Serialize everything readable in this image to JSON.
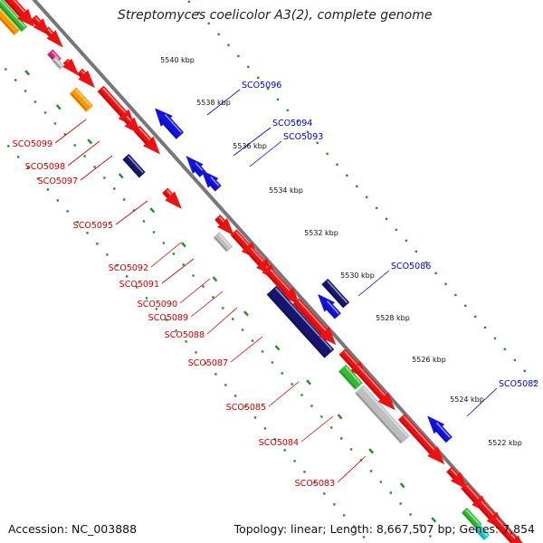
{
  "title": "Streptomyces coelicolor A3(2), complete genome",
  "accession_text": "Accession: NC_003888",
  "topology_text": "Topology: linear; Length: 8,667,507 bp; Genes: 7,854",
  "colors": {
    "backbone": "#777777",
    "kbp_dots": "#2e8b2e",
    "reverse_label": "#cc0000",
    "forward_label": "#0000cc",
    "red": "#ee1111",
    "blue": "#1212dd",
    "navy": "#16166e",
    "gray": "#bdbdbd",
    "green": "#33bb33",
    "orange": "#ff9900",
    "magenta": "#dd2288",
    "cyan": "#22cccc"
  },
  "kbp_labels": [
    "5540 kbp",
    "5538 kbp",
    "5536 kbp",
    "5534 kbp",
    "5532 kbp",
    "5530 kbp",
    "5528 kbp",
    "5526 kbp",
    "5524 kbp",
    "5522 kbp"
  ],
  "reverse_gene_labels": [
    "SCO5099",
    "SCO5098",
    "SCO5097",
    "SCO5095",
    "SCO5092",
    "SCO5091",
    "SCO5090",
    "SCO5089",
    "SCO5088",
    "SCO5087",
    "SCO5085",
    "SCO5084",
    "SCO5083"
  ],
  "forward_gene_labels": [
    "SCO5096",
    "SCO5094",
    "SCO5093",
    "SCO5086",
    "SCO5082"
  ]
}
